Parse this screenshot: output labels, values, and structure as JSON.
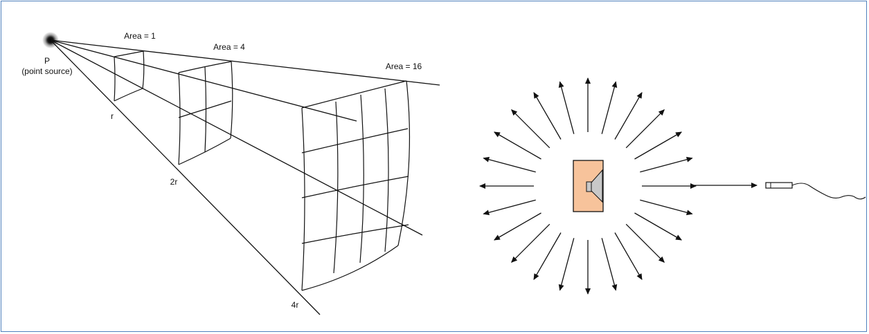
{
  "left_diagram": {
    "source_label": "P",
    "source_sublabel": "(point source)",
    "area_labels": [
      "Area = 1",
      "Area = 4",
      "Area = 16"
    ],
    "distance_labels": [
      "r",
      "2r",
      "4r"
    ]
  },
  "right_diagram": {
    "speaker_fill": "#f7c39b",
    "speaker_cone_fill": "#c8c8c8",
    "microphone_fill": "#ffffff"
  },
  "colors": {
    "frame_border": "#4f81bd",
    "ink": "#111111"
  }
}
